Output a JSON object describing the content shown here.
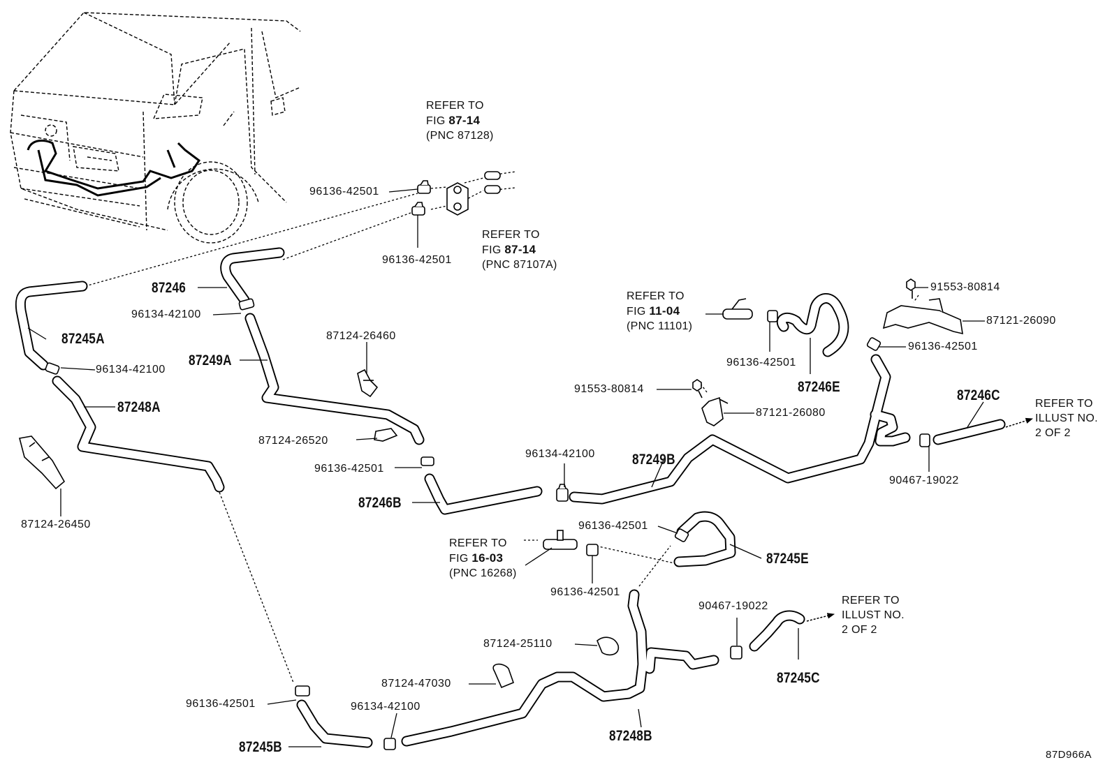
{
  "diagram_code": "87D966A",
  "big_labels": {
    "p87246": "87246",
    "p87245A": "87245A",
    "p87249A": "87249A",
    "p87248A": "87248A",
    "p87246E": "87246E",
    "p87246C": "87246C",
    "p87249B": "87249B",
    "p87246B": "87246B",
    "p87245E": "87245E",
    "p87245C": "87245C",
    "p87248B": "87248B",
    "p87245B": "87245B"
  },
  "small_labels": {
    "c96136_a": "96136-42501",
    "c96136_b": "96136-42501",
    "c96134_a": "96134-42100",
    "c96134_b": "96134-42100",
    "c87124_26460": "87124-26460",
    "c87124_26520": "87124-26520",
    "c96136_c": "96136-42501",
    "c87124_26450": "87124-26450",
    "c96134_c": "96134-42100",
    "c91553_a": "91553-80814",
    "c87121_26090": "87121-26090",
    "c96136_d": "96136-42501",
    "c96136_e": "96136-42501",
    "c91553_b": "91553-80814",
    "c87121_26080": "87121-26080",
    "c90467_a": "90467-19022",
    "c96136_f": "96136-42501",
    "c96136_g": "96136-42501",
    "c90467_b": "90467-19022",
    "c87124_25110": "87124-25110",
    "c87124_47030": "87124-47030",
    "c96136_h": "96136-42501",
    "c96134_d": "96134-42100"
  },
  "references": {
    "ref1": {
      "l1": "REFER TO",
      "l2_pre": "FIG ",
      "l2_bold": "87-14",
      "l3": "(PNC 87128)"
    },
    "ref2": {
      "l1": "REFER TO",
      "l2_pre": "FIG ",
      "l2_bold": "87-14",
      "l3": "(PNC 87107A)"
    },
    "ref3": {
      "l1": "REFER TO",
      "l2_pre": "FIG ",
      "l2_bold": "11-04",
      "l3": "(PNC 11101)"
    },
    "ref4": {
      "l1": "REFER TO",
      "l2": "ILLUST NO.",
      "l3": "2 OF 2"
    },
    "ref5": {
      "l1": "REFER TO",
      "l2_pre": "FIG ",
      "l2_bold": "16-03",
      "l3": "(PNC 16268)"
    },
    "ref6": {
      "l1": "REFER TO",
      "l2": "ILLUST NO.",
      "l3": "2 OF 2"
    }
  }
}
